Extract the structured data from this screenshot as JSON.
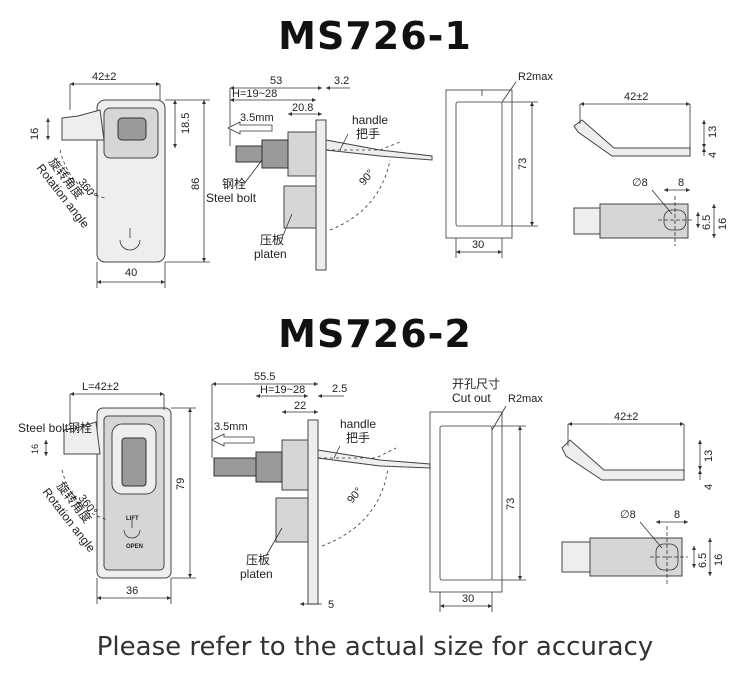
{
  "titles": {
    "top": "MS726-1",
    "bottom": "MS726-2"
  },
  "footer": "Please refer to the actual size for accuracy",
  "top": {
    "front": {
      "w_top": "42±2",
      "h_small": "16",
      "h_right": "18.5",
      "h_total": "86",
      "w_bottom": "40",
      "rot_angle": "360°",
      "rot_cn": "旋转角度",
      "rot_en": "Rotation angle"
    },
    "side": {
      "w_total": "53",
      "t": "3.2",
      "h_range": "H=19~28",
      "w_mid": "20.8",
      "travel": "3.5mm",
      "handle_en": "handle",
      "handle_cn": "把手",
      "bolt_cn": "钢栓",
      "bolt_en": "Steel bolt",
      "platen_cn": "压板",
      "platen_en": "platen",
      "angle": "90°"
    },
    "cutout": {
      "radius": "R2max",
      "h": "73",
      "w": "30"
    },
    "bolt": {
      "w_top": "42±2",
      "h1": "13",
      "h2": "4",
      "dia": "∅8",
      "w_hole": "8",
      "h3": "6.5",
      "h4": "16"
    }
  },
  "bottom": {
    "front": {
      "w_top": "L=42±2",
      "bolt_en": "Steel bolt",
      "bolt_cn": "钢栓",
      "h_small": "16",
      "h_total": "79",
      "w_bottom": "36",
      "rot_angle": "360°",
      "rot_cn": "旋转角度",
      "rot_en": "Rotation angle",
      "lift": "LIFT",
      "open": "OPEN"
    },
    "side": {
      "w_total": "55.5",
      "t": "2.5",
      "h_range": "H=19~28",
      "w_mid": "22",
      "travel": "3.5mm",
      "handle_en": "handle",
      "handle_cn": "把手",
      "platen_cn": "压板",
      "platen_en": "platen",
      "angle": "90°",
      "w_bottom": "5"
    },
    "cutout": {
      "label_cn": "开孔尺寸",
      "label_en": "Cut out",
      "radius": "R2max",
      "h": "73",
      "w": "30"
    },
    "bolt": {
      "w_top": "42±2",
      "h1": "13",
      "h2": "4",
      "dia": "∅8",
      "w_hole": "8",
      "h3": "6.5",
      "h4": "16"
    }
  }
}
